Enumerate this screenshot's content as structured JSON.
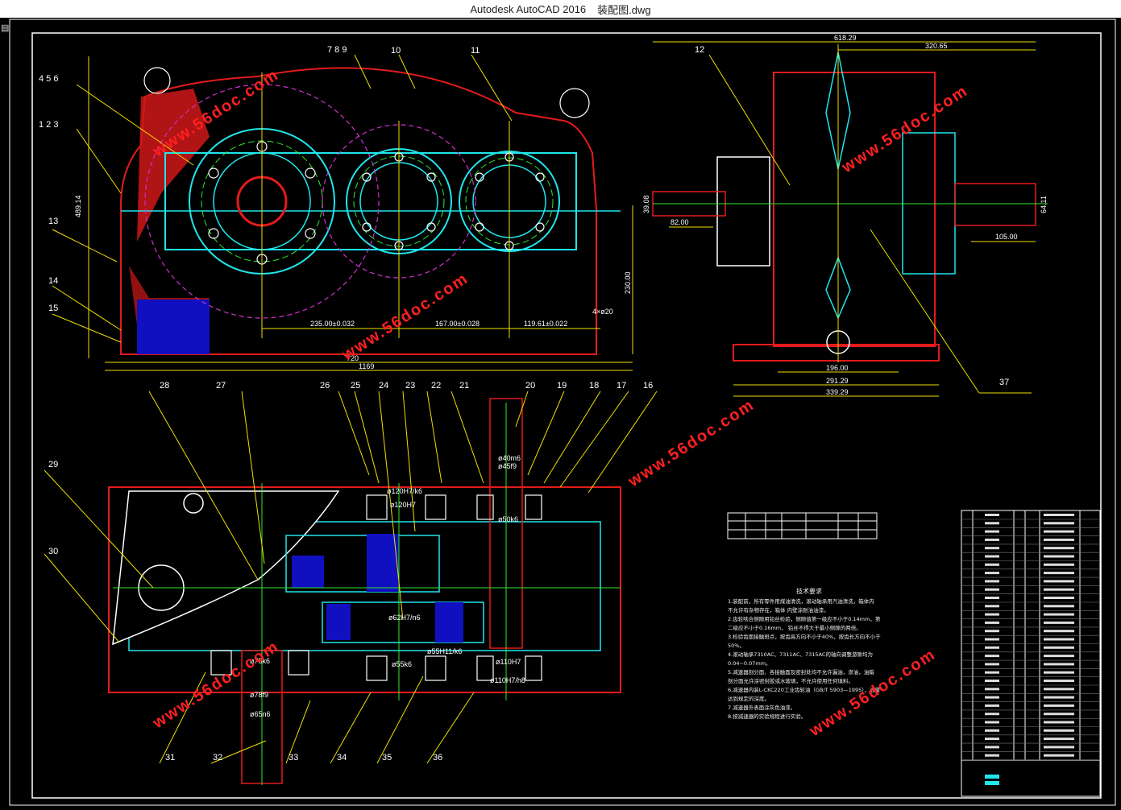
{
  "window": {
    "app_title": "Autodesk AutoCAD 2016",
    "file_name": "装配图.dwg",
    "system_icon": "▤"
  },
  "colors": {
    "frame": "#ffffff",
    "red": "#e31b1b",
    "cyan": "#20e6ec",
    "yellow": "#f0e000",
    "green": "#2ee82e",
    "magenta": "#d030d0",
    "blue": "#1010c0",
    "white": "#ffffff",
    "watermark": "#ff2020"
  },
  "front_view": {
    "callouts": [
      "4 5 6",
      "1 2 3",
      "13",
      "14",
      "15",
      "7 8 9",
      "10",
      "11"
    ],
    "dimensions": {
      "height": "489.14",
      "center_a": "235.00±0.032",
      "center_b": "167.00±0.028",
      "center_c": "119.61±0.022",
      "bolt_holes": "4×ø20",
      "shaft_height": "230.00",
      "overall_a": "720",
      "overall_b": "1169"
    }
  },
  "side_view": {
    "callouts": [
      "12",
      "37"
    ],
    "dimensions": {
      "top_total": "618.29",
      "top_right": "320.65",
      "left_dia": "39.08",
      "left_len": "82.00",
      "right_dia": "64.11",
      "right_len": "105.00",
      "base_a": "196.00",
      "base_b": "291.29",
      "base_c": "339.29"
    }
  },
  "top_view": {
    "callouts_top": [
      "28",
      "27",
      "26",
      "25",
      "24",
      "23",
      "22",
      "21",
      "20",
      "19",
      "18",
      "17",
      "16"
    ],
    "callouts_left": [
      "29",
      "30"
    ],
    "callouts_bottom": [
      "31",
      "32",
      "33",
      "34",
      "35",
      "36"
    ],
    "fits": {
      "f1": "ø120H7/k6",
      "f2": "ø120H7",
      "f3": "ø62H7/n6",
      "f4": "ø40m6",
      "f5": "ø45f9",
      "f6": "ø50k6",
      "f7": "ø55H11/k6",
      "f8": "ø55k6",
      "f9": "ø110H7",
      "f10": "ø110H7/h8",
      "f11": "ø75k6",
      "f12": "ø78f9",
      "f13": "ø65n6"
    }
  },
  "tech_requirements": {
    "title": "技术要求",
    "lines": [
      "1.装配前，所有零件用煤油清洗，滚动轴承用汽油清洗，箱体内",
      "不允许有杂物存在，箱体  内壁涂耐油油漆。",
      "2.齿轮啮合侧隙用铅丝检验，侧隙值第一级应不小于0.14mm，第",
      "二级应不小于0.16mm，  铅丝不得大于最小侧隙的两倍。",
      "3.检验齿面接触斑点，按齿高方向不小于40%，按齿长方向不小于",
      "50%。",
      "4.滚动轴承7310AC、7311AC、7315AC的轴向调整游隙均为",
      "0.04~0.07mm。",
      "5.减速器剖分面、各接触面及密封处均不允许漏油，渗油，油箱",
      "剖分面允许涂密封胶或水玻璃，不允许使用任何填料。",
      "6.减速器内装L-CKC220工业齿轮油（GB/T 5903—1995），油量",
      "达到规定的深度。",
      "7.减速器外表面涂灰色油漆。",
      "8.按减速器的实验规程进行实验。"
    ]
  },
  "watermarks": [
    "www.56doc.com"
  ]
}
